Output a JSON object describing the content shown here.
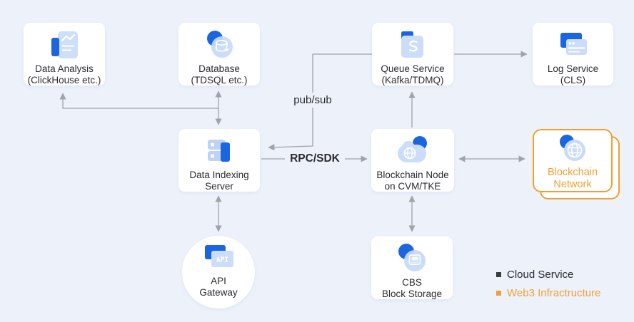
{
  "colors": {
    "background": "#edf2fa",
    "card_background": "#ffffff",
    "accent_blue": "#1b66e0",
    "icon_light_blue": "#cbddf9",
    "arrow_gray": "#9fa3aa",
    "text_dark": "#2b2c30",
    "accent_orange": "#f2a033"
  },
  "nodes": {
    "data_analysis": {
      "line1": "Data Analysis",
      "line2": "(ClickHouse etc.)"
    },
    "database": {
      "line1": "Database",
      "line2": "(TDSQL etc.)"
    },
    "queue_service": {
      "line1": "Queue Service",
      "line2": "(Kafka/TDMQ)"
    },
    "log_service": {
      "line1": "Log Service",
      "line2": "(CLS)"
    },
    "data_indexing_server": {
      "line1": "Data Indexing",
      "line2": "Server"
    },
    "blockchain_node": {
      "line1": "Blockchain Node",
      "line2": "on CVM/TKE"
    },
    "blockchain_network": {
      "line1": "Blockchain",
      "line2": "Network"
    },
    "api_gateway": {
      "line1": "API",
      "line2": "Gateway",
      "icon_text": "API"
    },
    "cbs_block_storage": {
      "line1": "CBS",
      "line2": "Block Storage"
    }
  },
  "edge_labels": {
    "pub_sub": "pub/sub",
    "rpc_sdk": "RPC/SDK"
  },
  "legend": {
    "cloud_service": {
      "label": "Cloud Service",
      "color": "#3b3c3e"
    },
    "web3_infrastructure": {
      "label": "Web3 Infractructure",
      "color": "#f2a033"
    }
  }
}
